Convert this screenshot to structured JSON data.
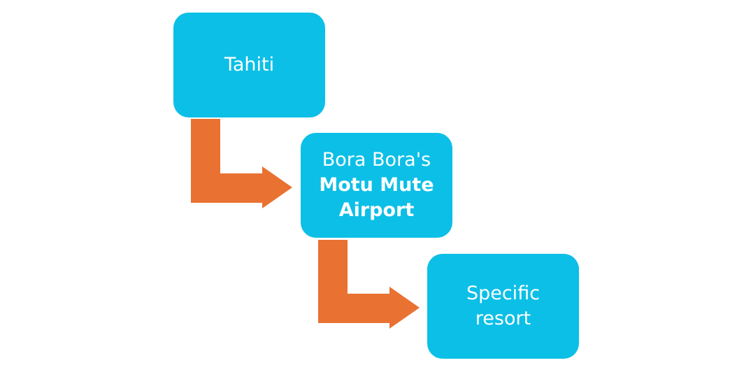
{
  "nodes": [
    {
      "lines": [
        {
          "text": "Tahiti",
          "bold": false
        }
      ]
    },
    {
      "lines": [
        {
          "text": "Bora Bora's",
          "bold": false
        },
        {
          "text": "Motu Mute",
          "bold": true
        },
        {
          "text": "Airport",
          "bold": true
        }
      ]
    },
    {
      "lines": [
        {
          "text": "Specific",
          "bold": false
        },
        {
          "text": "resort",
          "bold": false
        }
      ]
    }
  ],
  "colors": {
    "box": "#0CBFE6",
    "arrow": "#E97132",
    "text": "#FFFFFF"
  }
}
